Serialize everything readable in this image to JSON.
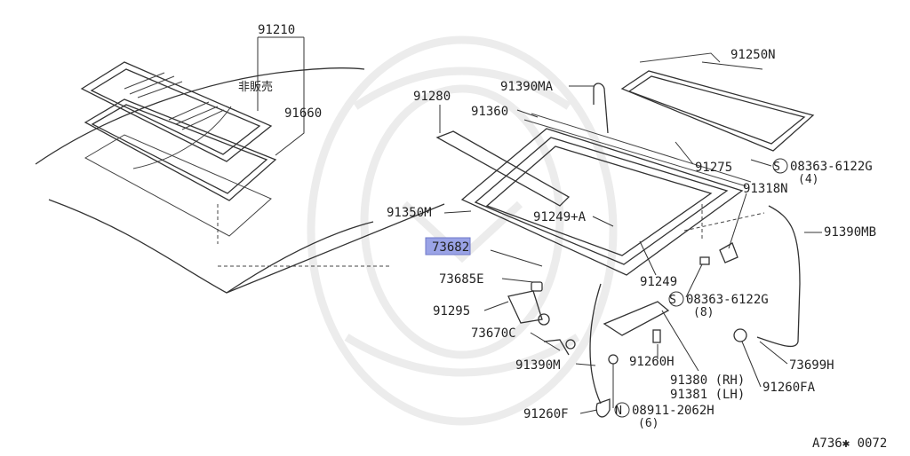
{
  "diagram": {
    "footer_code": "A736✱ 0072",
    "highlighted_part": "73682",
    "labels": {
      "p91210": "91210",
      "not_sold": "非販売",
      "p91660": "91660",
      "p91280": "91280",
      "p91390ma": "91390MA",
      "p91360": "91360",
      "p91250n": "91250N",
      "p91275": "91275",
      "screw_top_code": "08363-6122G",
      "screw_top_qty": "(4)",
      "p91318n": "91318N",
      "p91350m": "91350M",
      "p91249a": "91249+A",
      "p91390mb": "91390MB",
      "p73682": "73682",
      "p91249": "91249",
      "p73685e": "73685E",
      "screw_mid_code": "08363-6122G",
      "screw_mid_qty": "(8)",
      "p91295": "91295",
      "p73670c": "73670C",
      "p91260h": "91260H",
      "p73699h": "73699H",
      "p91390m": "91390M",
      "p91380": "91380 (RH)",
      "p91381": "91381 (LH)",
      "p91260fa": "91260FA",
      "p91260f": "91260F",
      "nut_code": "08911-2062H",
      "nut_qty": "(6)",
      "symbol_s": "S",
      "symbol_n": "N"
    }
  }
}
